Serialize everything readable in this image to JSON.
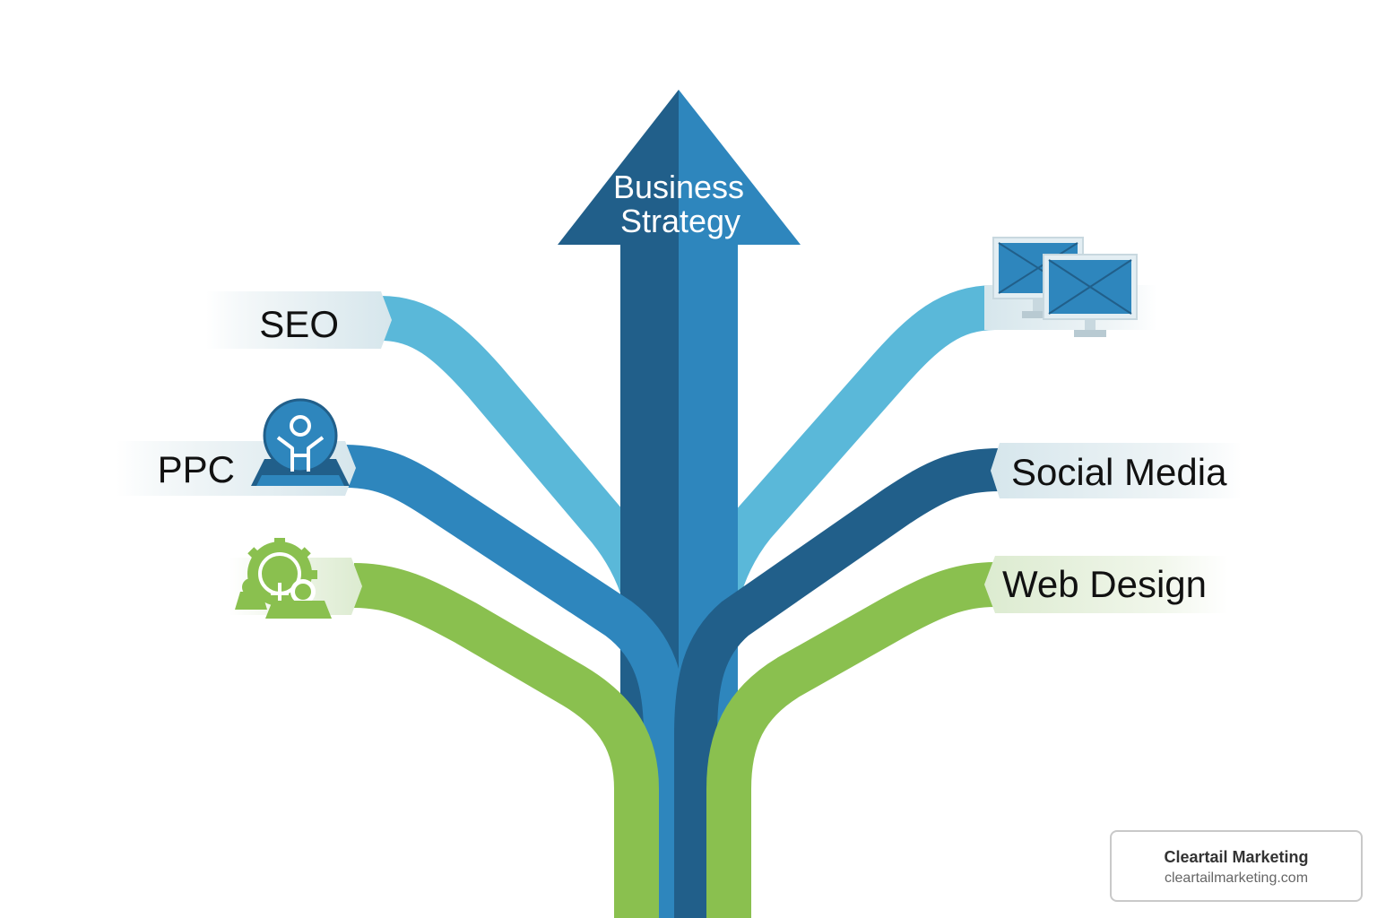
{
  "diagram": {
    "center_arrow": {
      "line1": "Business",
      "line2": "Strategy"
    },
    "branches": [
      {
        "id": "seo",
        "label": "SEO",
        "color": "#5ab8d9"
      },
      {
        "id": "ppc",
        "label": "PPC",
        "color": "#2e86bd"
      },
      {
        "id": "content",
        "label": "",
        "icon": "people-gear-icon",
        "color": "#8ac04f"
      },
      {
        "id": "display",
        "label": "",
        "icon": "monitors-icon",
        "color": "#5ab8d9"
      },
      {
        "id": "social",
        "label": "Social Media",
        "color": "#215f8a"
      },
      {
        "id": "web",
        "label": "Web Design",
        "color": "#8ac04f"
      }
    ],
    "colors": {
      "arrow_dark": "#215f8a",
      "arrow_light": "#2e86bd",
      "light_blue": "#5ab8d9",
      "mid_blue": "#2e86bd",
      "dark_blue": "#215f8a",
      "green": "#8ac04f"
    },
    "icons": {
      "ppc": "person-badge-icon",
      "content": "people-gear-icon",
      "display": "monitors-icon"
    }
  },
  "brand": {
    "name": "Cleartail Marketing",
    "url": "cleartailmarketing.com"
  }
}
